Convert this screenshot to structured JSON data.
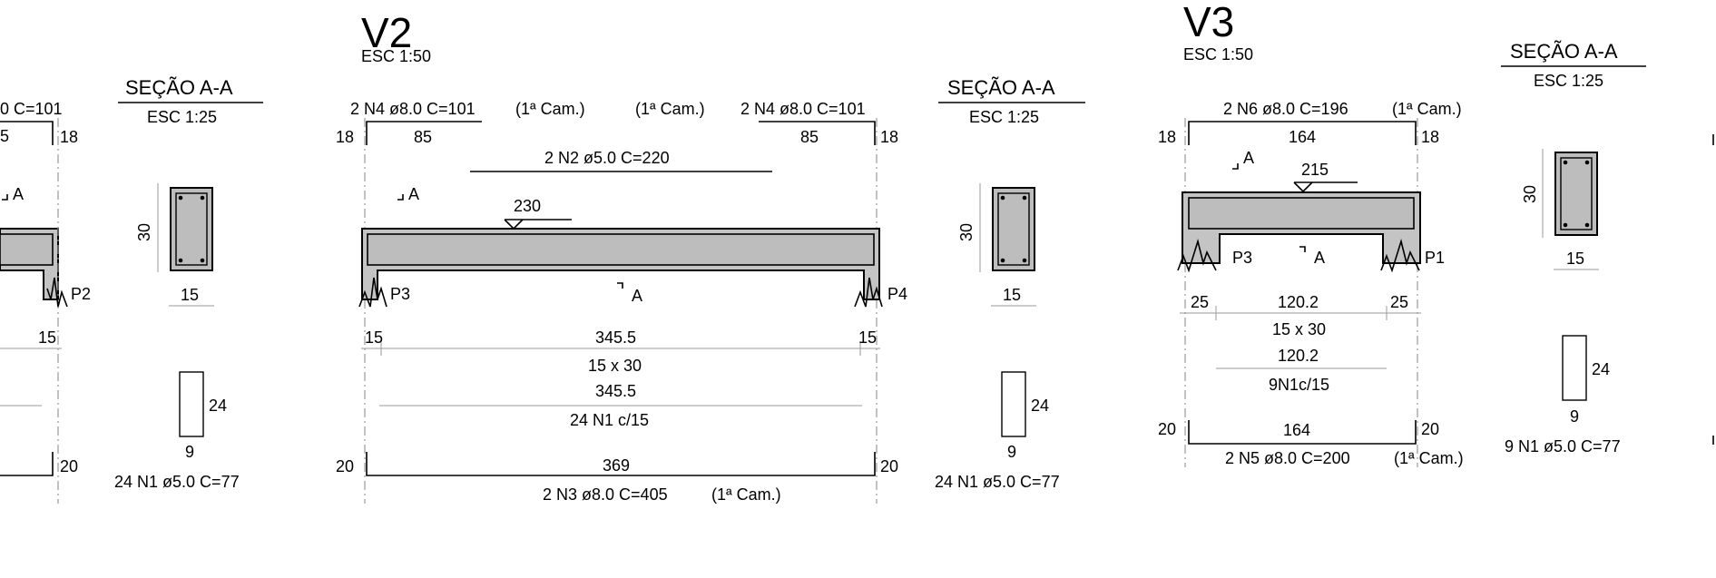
{
  "drawing": {
    "v1_partial": {
      "top_bar_label": "0 C=101",
      "top_left_dim": "5",
      "top_right_hook": "18",
      "section_marker": "A",
      "support_right": "P2",
      "dim_right": "15",
      "bottom_right_hook": "20",
      "stirrup_label": "24 N1 ø5.0 C=77",
      "section_title": "SEÇÃO A-A",
      "section_scale": "ESC 1:25",
      "section_height": "30",
      "section_width": "15",
      "stirrup_height": "24",
      "stirrup_width": "9"
    },
    "v2": {
      "title": "V2",
      "scale": "ESC 1:50",
      "top_bar_left": "2 N4 ø8.0 C=101",
      "top_bar_left_layer": "(1ª Cam.)",
      "top_bar_right_layer": "(1ª Cam.)",
      "top_bar_right": "2 N4 ø8.0 C=101",
      "top_left_hook": "18",
      "top_left_len": "85",
      "top_right_len": "85",
      "top_right_hook": "18",
      "mid_bar": "2 N2 ø5.0 C=220",
      "level": "230",
      "section_marker_top": "A",
      "section_marker_bottom": "A",
      "support_left": "P3",
      "support_right": "P4",
      "dim_left": "15",
      "dim_span": "345.5",
      "dim_right": "15",
      "section_size": "15 x 30",
      "stirrup_span": "345.5",
      "stirrup_spacing": "24 N1 c/15",
      "bottom_left_hook": "20",
      "bottom_len": "369",
      "bottom_right_hook": "20",
      "bottom_bar": "2 N3 ø8.0 C=405",
      "bottom_bar_layer": "(1ª Cam.)",
      "section_title": "SEÇÃO A-A",
      "section_scale": "ESC 1:25",
      "section_height": "30",
      "section_width": "15",
      "stirrup_height": "24",
      "stirrup_width": "9",
      "stirrup_label": "24 N1 ø5.0 C=77"
    },
    "v3": {
      "title": "V3",
      "scale": "ESC 1:50",
      "top_bar": "2 N6 ø8.0 C=196",
      "top_bar_layer": "(1ª Cam.)",
      "top_left_hook": "18",
      "top_len": "164",
      "top_right_hook": "18",
      "section_marker_top": "A",
      "level": "215",
      "section_marker_bottom": "A",
      "support_left": "P3",
      "support_right": "P1",
      "dim_left": "25",
      "dim_span": "120.2",
      "dim_right": "25",
      "section_size": "15 x 30",
      "stirrup_span": "120.2",
      "stirrup_spacing": "9N1c/15",
      "bottom_left_hook": "20",
      "bottom_len": "164",
      "bottom_right_hook": "20",
      "bottom_bar": "2 N5 ø8.0 C=200",
      "bottom_bar_layer": "(1ª Cam.)",
      "section_title": "SEÇÃO A-A",
      "section_scale": "ESC 1:25",
      "section_height": "30",
      "section_width": "15",
      "stirrup_height": "24",
      "stirrup_width": "9",
      "stirrup_label": "9 N1 ø5.0 C=77"
    }
  }
}
